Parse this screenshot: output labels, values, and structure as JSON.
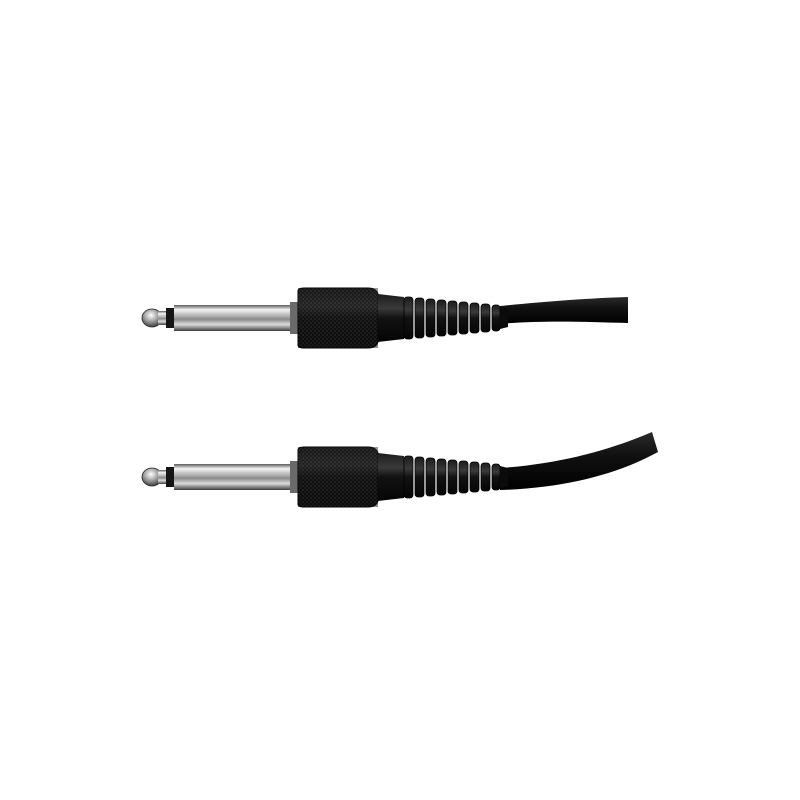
{
  "image": {
    "subject": "two-mono-quarter-inch-jack-plugs-on-black-cable",
    "background_color": "#ffffff",
    "plug_body_color": "#0c0c0c",
    "metal_color": "#c9c9c9",
    "cable_color": "#0a0a0a"
  },
  "plugs": [
    {
      "name": "upper-plug"
    },
    {
      "name": "lower-plug"
    }
  ]
}
